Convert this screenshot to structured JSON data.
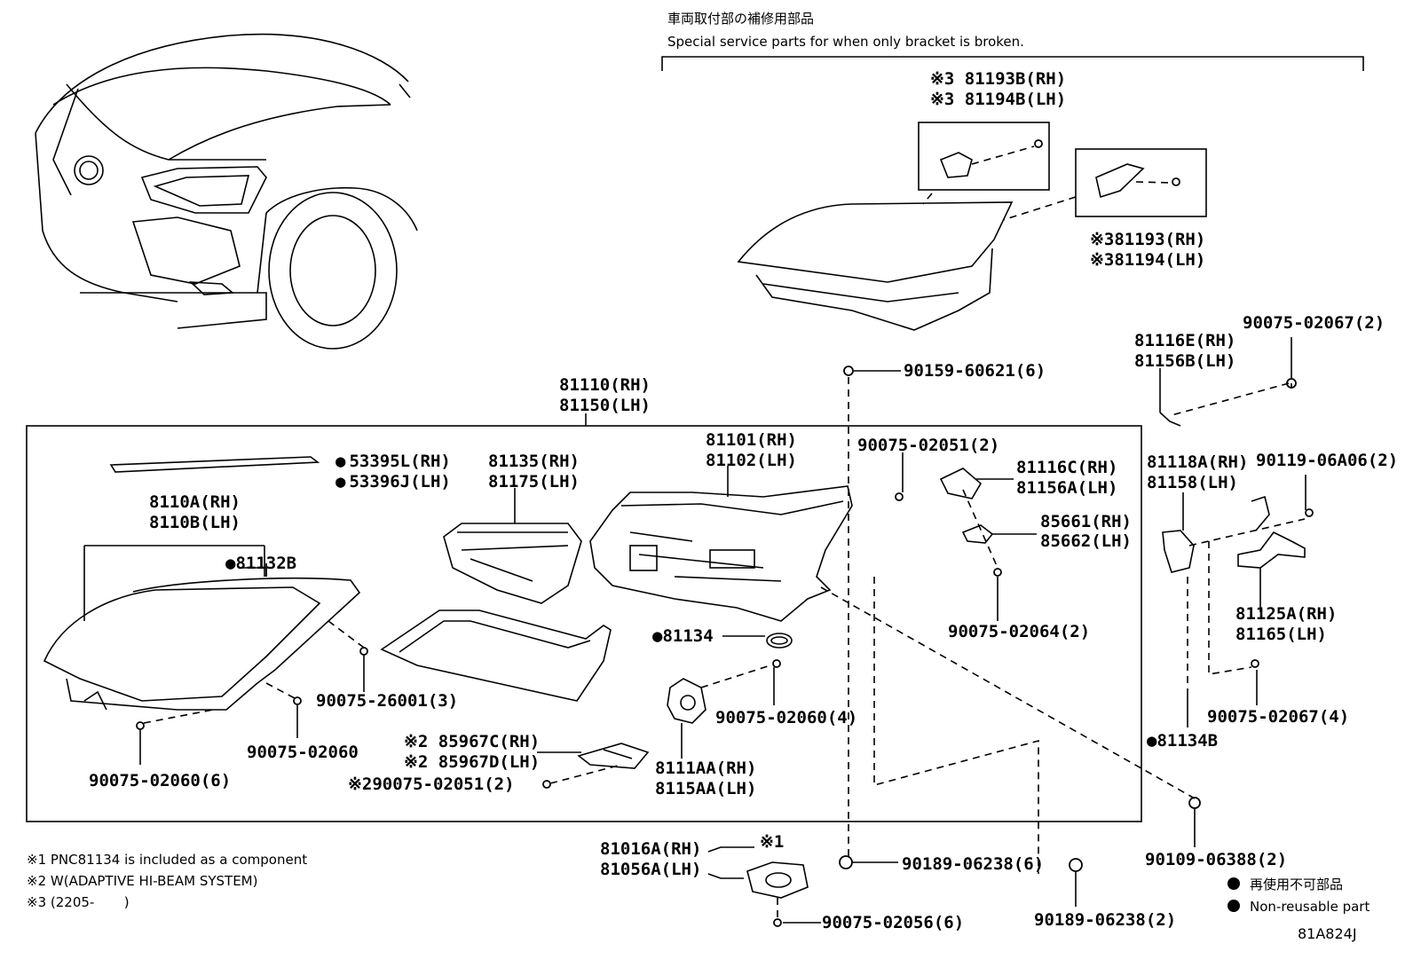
{
  "header": {
    "title_jp": "車両取付部の補修用部品",
    "title_en": "Special service parts for when only bracket is broken."
  },
  "parts": {
    "p81193b": "※3 81193B(RH)",
    "p81194b": "※3 81194B(LH)",
    "p81193": "※381193(RH)",
    "p81194": "※381194(LH)",
    "p81110": "81110(RH)",
    "p81150": "81150(LH)",
    "p90159": "90159-60621(6)",
    "p81116e": "81116E(RH)",
    "p81156b": "81156B(LH)",
    "p90075_02067_2": "90075-02067(2)",
    "p53395l": "53395L(RH)",
    "p53396j": "53396J(LH)",
    "p81135": "81135(RH)",
    "p81175": "81175(LH)",
    "p81101": "81101(RH)",
    "p81102": "81102(LH)",
    "p90075_02051_2": "90075-02051(2)",
    "p81116c": "81116C(RH)",
    "p81156a": "81156A(LH)",
    "p85661": "85661(RH)",
    "p85662": "85662(LH)",
    "p81118a": "81118A(RH)",
    "p81158": "81158(LH)",
    "p90119": "90119-06A06(2)",
    "p8110a": "8110A(RH)",
    "p8110b": "8110B(LH)",
    "p81132b": "81132B",
    "p81134": "81134",
    "p90075_02064": "90075-02064(2)",
    "p81125a": "81125A(RH)",
    "p81165": "81165(LH)",
    "p90075_26001": "90075-26001(3)",
    "p90075_02060_4": "90075-02060(4)",
    "p90075_02067_4": "90075-02067(4)",
    "p90075_02060": "90075-02060",
    "p85967c": "※2 85967C(RH)",
    "p85967d": "※2 85967D(LH)",
    "p8111aa": "8111AA(RH)",
    "p8115aa": "8115AA(LH)",
    "p81134b": "81134B",
    "p90075_02060_6": "90075-02060(6)",
    "p90075_02051_2b": "※290075-02051(2)",
    "p81016a": "81016A(RH)",
    "p81056a": "81056A(LH)",
    "p_x1": "※1",
    "p90189_6": "90189-06238(6)",
    "p90189_2": "90189-06238(2)",
    "p90109": "90109-06388(2)",
    "p90075_02056": "90075-02056(6)"
  },
  "notes": {
    "n1": "※1 PNC81134 is included as a component",
    "n2": "※2 W(ADAPTIVE HI-BEAM SYSTEM)",
    "n3": "※3 (2205-       )"
  },
  "legend": {
    "jp": "再使用不可部品",
    "en": "Non-reusable part"
  },
  "diagram_code": "81A824J"
}
